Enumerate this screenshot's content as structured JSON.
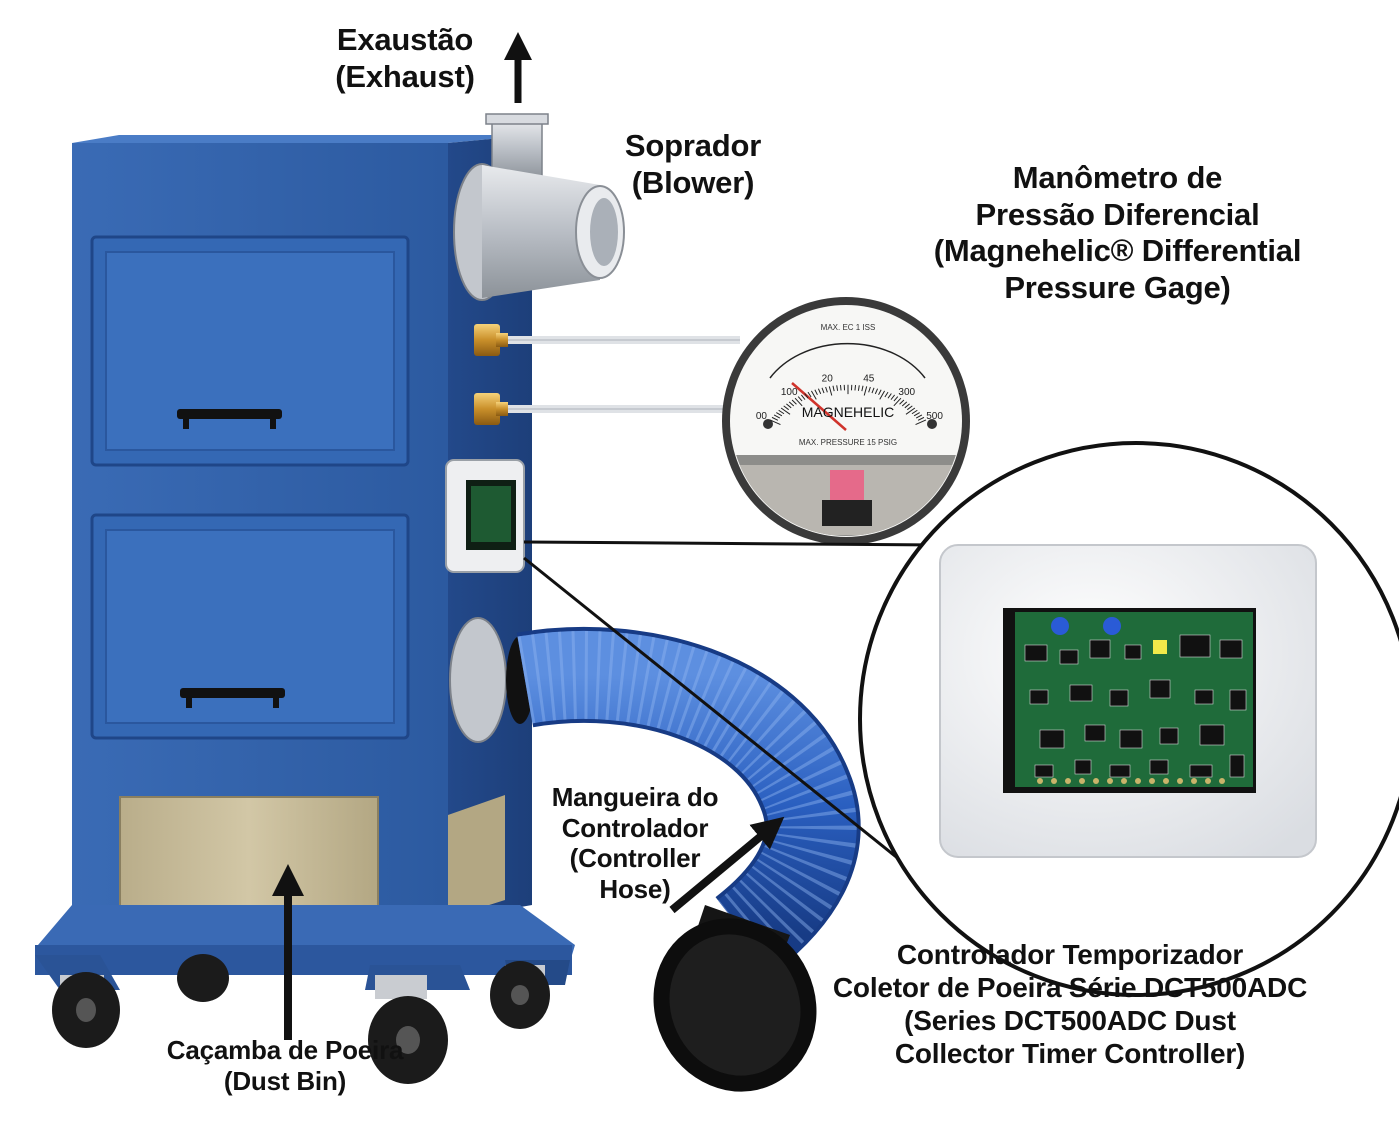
{
  "labels": {
    "exhaust": [
      "Exaustão",
      "(Exhaust)"
    ],
    "blower": [
      "Soprador",
      "(Blower)"
    ],
    "gauge": [
      "Manômetro de",
      "Pressão Diferencial",
      "(Magnehelic® Differential",
      "Pressure Gage)"
    ],
    "hose": [
      "Mangueira do",
      "Controlador",
      "(Controller",
      "Hose)"
    ],
    "dust_bin": [
      "Caçamba de Poeira",
      "(Dust Bin)"
    ],
    "controller": [
      "Controlador Temporizador",
      "Coletor de Poeira Série DCT500ADC",
      "(Series DCT500ADC Dust",
      "Collector Timer Controller)"
    ]
  },
  "gauge_face": {
    "brand": "MAGNEHELIC",
    "scale": [
      "00",
      "100",
      "20",
      "45",
      "300",
      "500"
    ],
    "model": "MAX. EC 1 ISS",
    "max_pressure": "MAX. PRESSURE 15 PSIG"
  },
  "colors": {
    "cabinet_blue": "#2f5fa6",
    "hose_blue": "#2a5fc0",
    "dust_bin": "#c8bc9a",
    "pcb_green": "#1f6b3a"
  }
}
